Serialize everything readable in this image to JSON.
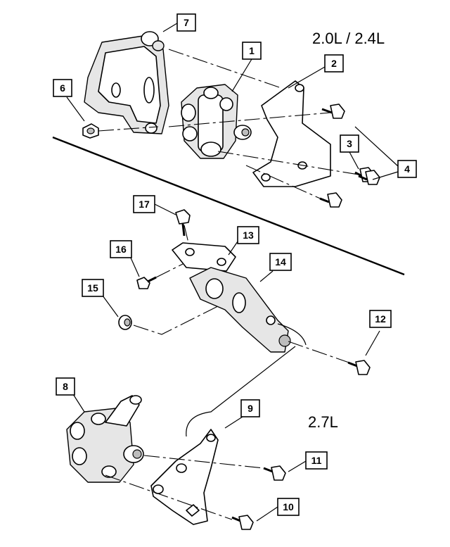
{
  "engine_labels": {
    "top": "2.0L / 2.4L",
    "bottom": "2.7L"
  },
  "callouts": {
    "c1": "1",
    "c2": "2",
    "c3": "3",
    "c4": "4",
    "c5": "",
    "c6": "6",
    "c7": "7",
    "c8": "8",
    "c9": "9",
    "c10": "10",
    "c11": "11",
    "c12": "12",
    "c13": "13",
    "c14": "14",
    "c15": "15",
    "c16": "16",
    "c17": "17"
  }
}
